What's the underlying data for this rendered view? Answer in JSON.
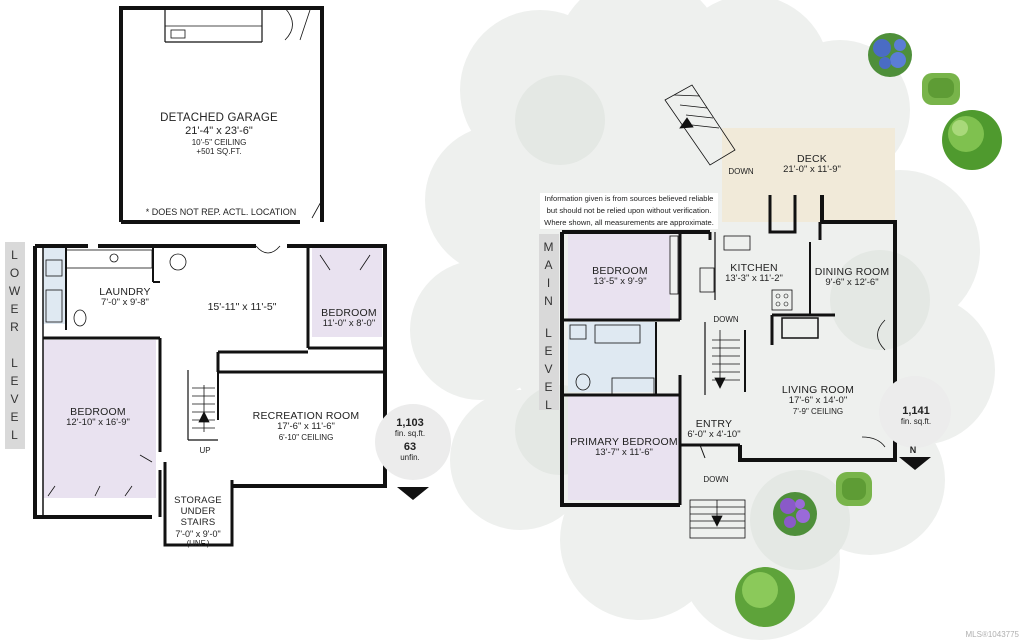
{
  "garage": {
    "name": "DETACHED GARAGE",
    "dims": "21'-4\" x 23'-6\"",
    "ceiling": "10'-5\" CEILING",
    "sqft": "+501 SQ.FT.",
    "note": "* DOES NOT REP. ACTL. LOCATION"
  },
  "lower_level": {
    "label_letters": [
      "L",
      "O",
      "W",
      "E",
      "R",
      "",
      "L",
      "E",
      "V",
      "E",
      "L"
    ],
    "laundry": {
      "name": "LAUNDRY",
      "dims": "7'-0\" x 9'-8\""
    },
    "hall": {
      "dims": "15'-11\" x 11'-5\""
    },
    "bedroom_small": {
      "name": "BEDROOM",
      "dims": "11'-0\" x 8'-0\""
    },
    "bedroom_large": {
      "name": "BEDROOM",
      "dims": "12'-10\" x 16'-9\""
    },
    "recreation": {
      "name": "RECREATION ROOM",
      "dims": "17'-6\" x 11'-6\"",
      "ceiling": "6'-10\" CEILING"
    },
    "storage": {
      "line1": "STORAGE",
      "line2": "UNDER",
      "line3": "STAIRS",
      "dims": "7'-0\" x 9'-0\"",
      "note": "(UNF.)"
    },
    "stair_label": "UP",
    "area": {
      "finished": "1,103",
      "finished_unit": "fin. sq.ft.",
      "unfinished": "63",
      "unfinished_unit": "unfin."
    }
  },
  "main_level": {
    "label_letters": [
      "M",
      "A",
      "I",
      "N",
      "",
      "L",
      "E",
      "V",
      "E",
      "L"
    ],
    "disclaimer": [
      "Information given is from sources believed reliable",
      "but should not be relied upon without verification.",
      "Where shown, all measurements are approximate."
    ],
    "deck": {
      "name": "DECK",
      "dims": "21'-0\" x 11'-9\""
    },
    "deck_down": "DOWN",
    "bedroom": {
      "name": "BEDROOM",
      "dims": "13'-5\" x 9'-9\""
    },
    "kitchen": {
      "name": "KITCHEN",
      "dims": "13'-3\" x 11'-2\""
    },
    "dining": {
      "name": "DINING ROOM",
      "dims": "9'-6\" x 12'-6\""
    },
    "living": {
      "name": "LIVING ROOM",
      "dims": "17'-6\" x 14'-0\"",
      "ceiling": "7'-9\" CEILING"
    },
    "primary": {
      "name": "PRIMARY BEDROOM",
      "dims": "13'-7\" x 11'-6\""
    },
    "entry": {
      "name": "ENTRY",
      "dims": "6'-0\" x 4'-10\""
    },
    "stair_down": "DOWN",
    "entry_down": "DOWN",
    "area": {
      "finished": "1,141",
      "finished_unit": "fin. sq.ft."
    },
    "north": "N"
  },
  "colors": {
    "bedroom_fill": "#e9e2f0",
    "bath_fill": "#dfe9f2",
    "deck_fill": "#f1ead9",
    "wall": "#111111",
    "tree_green": "#4f9a2e",
    "shrub_blue": "#4a6cc4"
  },
  "watermark": "MLS®1043775"
}
